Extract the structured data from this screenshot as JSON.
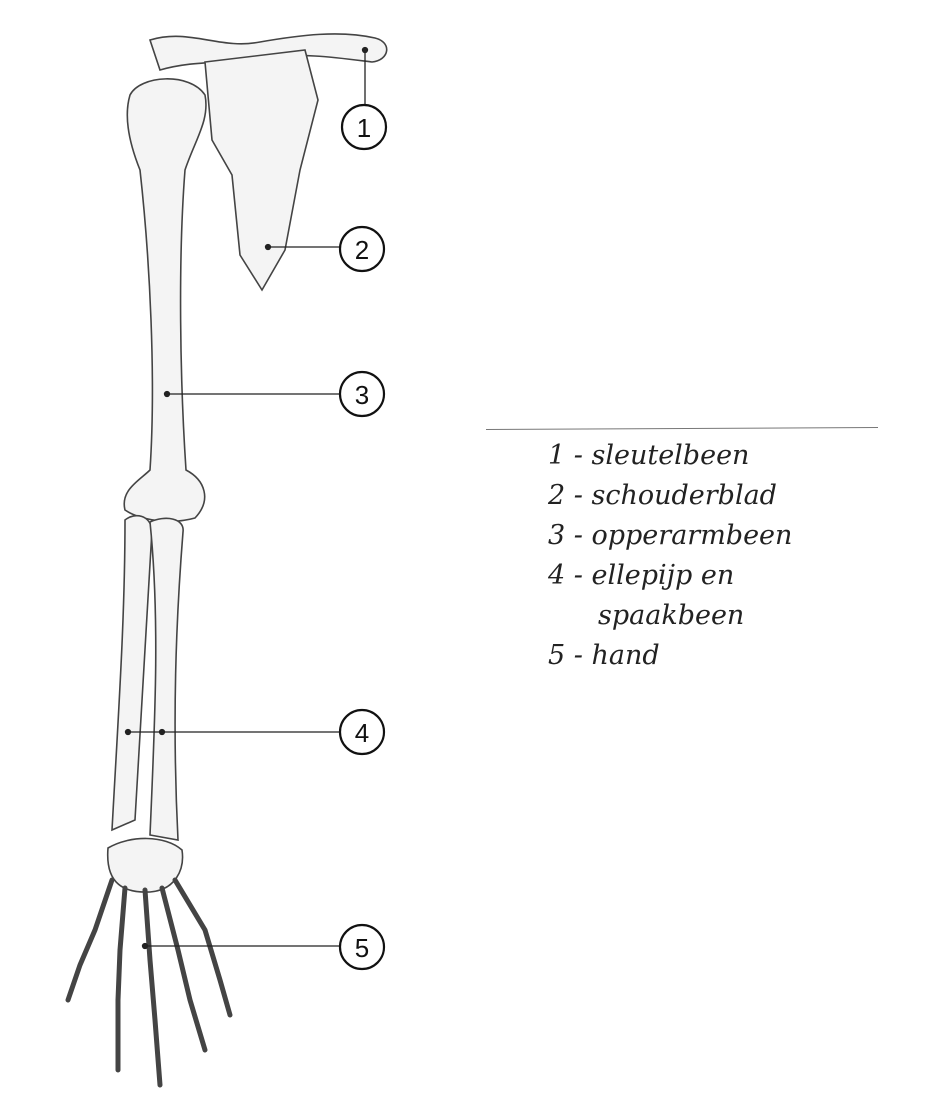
{
  "callouts": [
    "1",
    "2",
    "3",
    "4",
    "5"
  ],
  "legend": [
    {
      "num": "1",
      "label": "sleutelbeen"
    },
    {
      "num": "2",
      "label": "schouderblad"
    },
    {
      "num": "3",
      "label": "opperarmbeen"
    },
    {
      "num": "4",
      "label": "ellepijp en",
      "label_cont": "spaakbeen"
    },
    {
      "num": "5",
      "label": "hand"
    }
  ]
}
